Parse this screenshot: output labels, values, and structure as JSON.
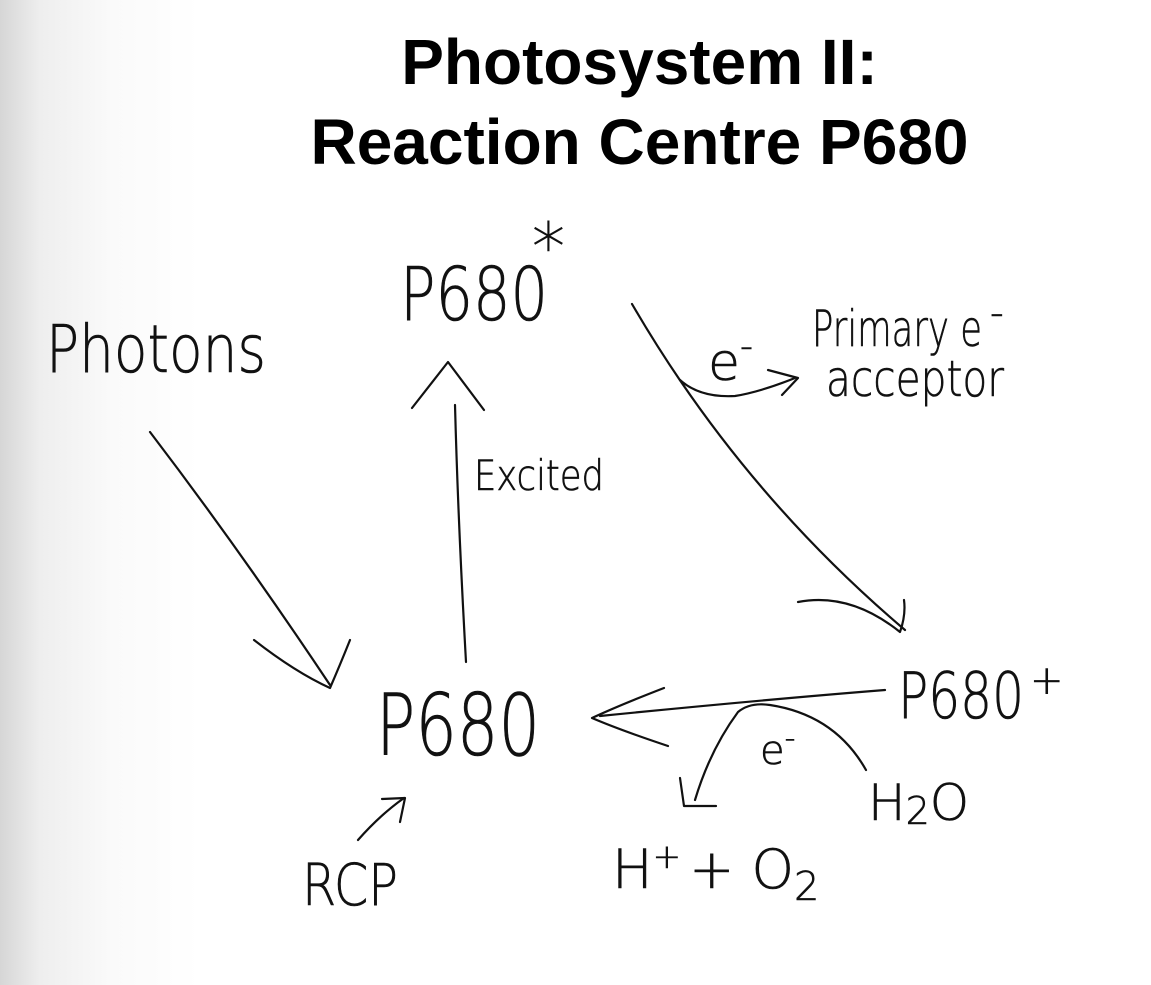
{
  "title": {
    "line1": "Photosystem II:",
    "line2": "Reaction Centre P680"
  },
  "nodes": {
    "p680_excited": {
      "label": "P680",
      "sup": "*"
    },
    "p680": {
      "label": "P680"
    },
    "p680_plus": {
      "label": "P680",
      "sup": "+"
    },
    "photons": {
      "label": "Photons"
    },
    "primary_acceptor": {
      "line1": "Primary e",
      "line1_sup": "-",
      "line2": "acceptor"
    },
    "rcp": {
      "label": "RCP"
    },
    "water": {
      "label": "H",
      "sub": "2",
      "tail": "O"
    },
    "products": {
      "label": "H",
      "sup": "+",
      "plus": "+ O",
      "sub": "2"
    }
  },
  "edge_labels": {
    "excited": "Excited",
    "electron_top": {
      "label": "e",
      "sup": "-"
    },
    "electron_bottom": {
      "label": "e",
      "sup": "-"
    }
  }
}
